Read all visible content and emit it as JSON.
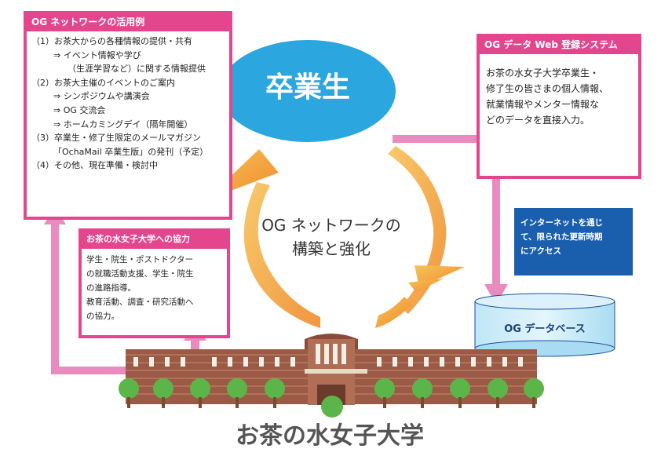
{
  "graduates_label": "卒業生",
  "center_label": [
    "OG ネットワークの",
    "構築と強化"
  ],
  "university_label": "お茶の水女子大学",
  "uses_box": {
    "title": "OG ネットワークの活用例",
    "lines": [
      "（1）お茶大からの各種情報の提供・共有",
      "⇒ イベント情報や学び",
      "（生涯学習など）に関する情報提供",
      "（2）お茶大主催のイベントのご案内",
      "⇒ シンポジウムや講演会",
      "⇒ OG 交流会",
      "⇒ ホームカミングデイ（隔年開催）",
      "（3）卒業生・修了生限定のメールマガジン",
      "「OchaMail 卒業生版」の発刊（予定）",
      "（4）その他、現在準備・検討中"
    ]
  },
  "registration_box": {
    "title": "OG データ Web 登録システム",
    "lines": [
      "お茶の水女子大学卒業生・",
      "修了生の皆さまの個人情報、",
      "就業情報やメンター情報な",
      "どのデータを直接入力。"
    ]
  },
  "cooperation_box": {
    "title": "お茶の水女子大学への協力",
    "lines": [
      "学生・院生・ポストドクター",
      "の就職活動支援、学生・院生",
      "の進路指導。",
      "教育活動、調査・研究活動へ",
      "の協力。"
    ]
  },
  "internet_box": {
    "lines": [
      "インターネットを通じ",
      "て、限られた更新時期",
      "にアクセス"
    ]
  },
  "database_label": "OG データベース",
  "colors": {
    "pink": "#e4468e",
    "blue": "#2ba6de",
    "navy": "#1a4f9c",
    "orange": "#f0a030",
    "brick": "#9a5a45"
  }
}
